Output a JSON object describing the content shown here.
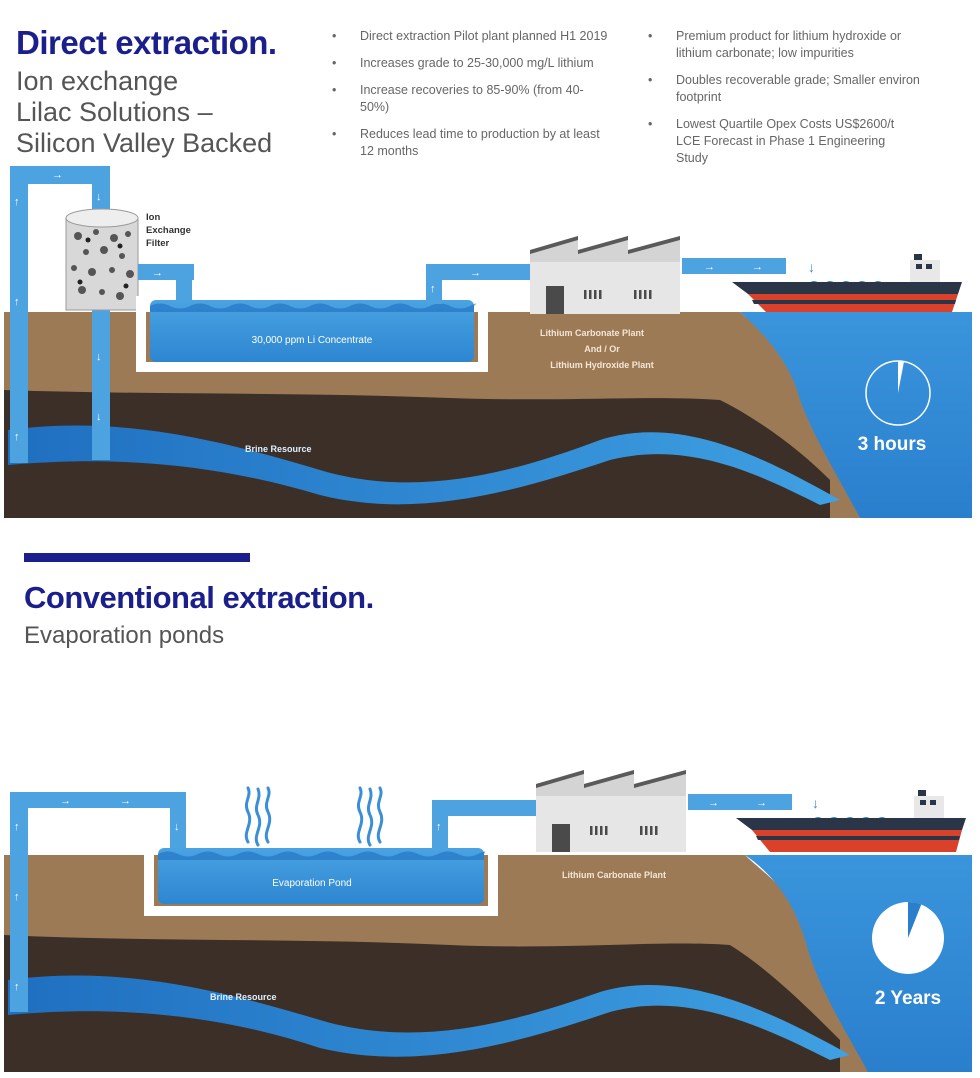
{
  "top": {
    "title": "Direct extraction.",
    "subtitle_lines": [
      "Ion exchange",
      "Lilac Solutions –",
      "Silicon Valley Backed"
    ],
    "bullets_left": [
      "Direct extraction Pilot plant planned H1 2019",
      "Increases grade to 25-30,000 mg/L lithium",
      "Increase recoveries to 85-90% (from 40-50%)",
      "Reduces lead time to production by at least 12 months"
    ],
    "bullets_right": [
      "Premium product for lithium hydroxide or lithium carbonate; low impurities",
      "Doubles recoverable grade; Smaller environ footprint",
      "Lowest Quartile Opex Costs US$2600/t LCE Forecast in Phase 1 Engineering Study"
    ],
    "filter_label": [
      "Ion",
      "Exchange",
      "Filter"
    ],
    "pond_label": "30,000 ppm Li Concentrate",
    "plant_label": [
      "Lithium Carbonate Plant",
      "And / Or",
      "Lithium Hydroxide Plant"
    ],
    "brine_label": "Brine Resource",
    "time_label": "3 hours",
    "time_fraction": 0.03
  },
  "bottom": {
    "title": "Conventional extraction.",
    "subtitle": "Evaporation ponds",
    "pond_label": "Evaporation Pond",
    "plant_label": "Lithium Carbonate Plant",
    "brine_label": "Brine Resource",
    "time_label": "2 Years",
    "time_fraction": 0.06
  },
  "colors": {
    "title": "#1a1f8c",
    "water": "#3a8fd6",
    "water_dark": "#1f6fc0",
    "soil_light": "#9c7a56",
    "soil_dark": "#3b2f27",
    "pipe": "#4da3e0",
    "hull_red": "#d9412b",
    "hull_dark": "#2a3547"
  }
}
